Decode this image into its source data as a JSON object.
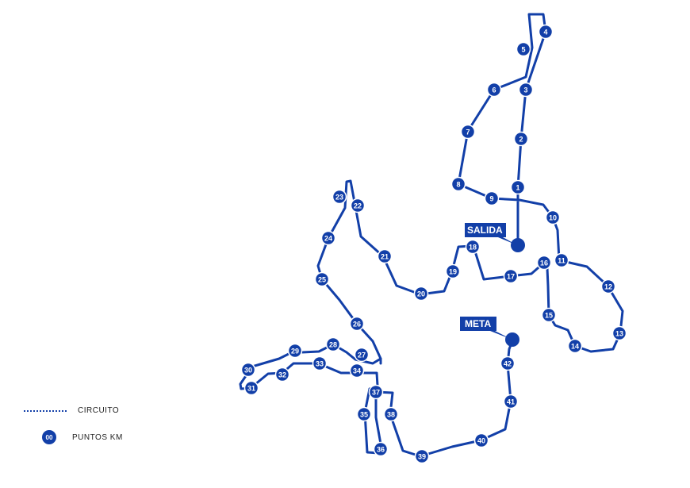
{
  "map": {
    "start_label": "SALIDA",
    "finish_label": "META",
    "route_color": "#123fa8",
    "km_markers": [
      "1",
      "2",
      "3",
      "4",
      "5",
      "6",
      "7",
      "8",
      "9",
      "10",
      "11",
      "12",
      "13",
      "14",
      "15",
      "16",
      "17",
      "18",
      "19",
      "20",
      "21",
      "22",
      "23",
      "24",
      "25",
      "26",
      "27",
      "28",
      "29",
      "30",
      "31",
      "32",
      "33",
      "34",
      "35",
      "36",
      "37",
      "38",
      "39",
      "40",
      "41",
      "42"
    ]
  },
  "legend": {
    "route_label": "CIRCUITO",
    "marker_badge": "00",
    "marker_label": "PUNTOS KM"
  }
}
